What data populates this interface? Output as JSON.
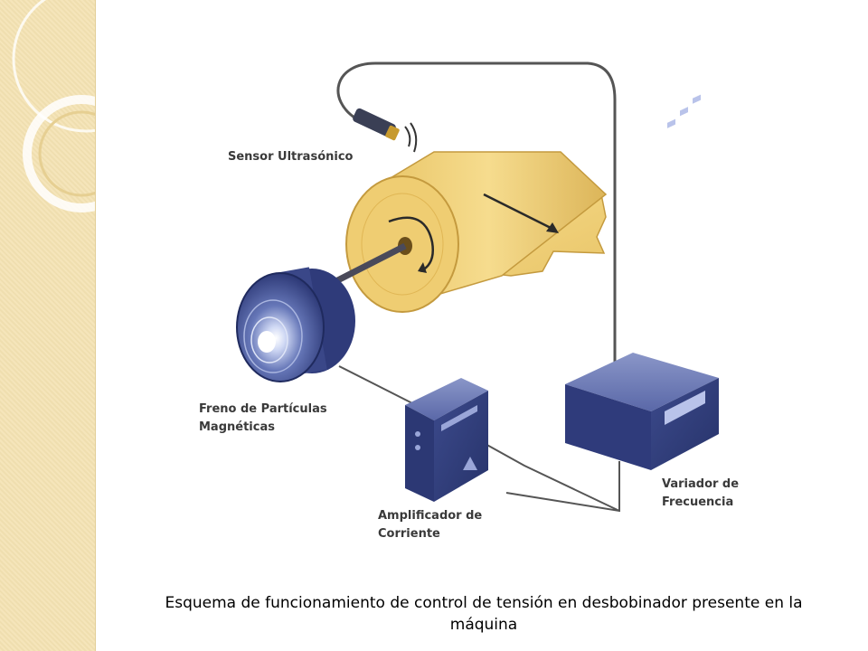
{
  "labels": {
    "sensor": "Sensor Ultrasónico",
    "brake_line1": "Freno de Partículas",
    "brake_line2": "Magnéticas",
    "amplifier_line1": "Amplificador de",
    "amplifier_line2": "Corriente",
    "drive_line1": "Variador de",
    "drive_line2": "Frecuencia"
  },
  "caption": {
    "line1": "Esquema de funcionamiento de control de tensión en desbobinador presente en la",
    "line2": "máquina"
  },
  "colors": {
    "paper": "#f2d27a",
    "paper_dark": "#d9ae4c",
    "device_blue": "#3c4a8c",
    "wire": "#555555",
    "sidebar": "#f4e2b2"
  }
}
